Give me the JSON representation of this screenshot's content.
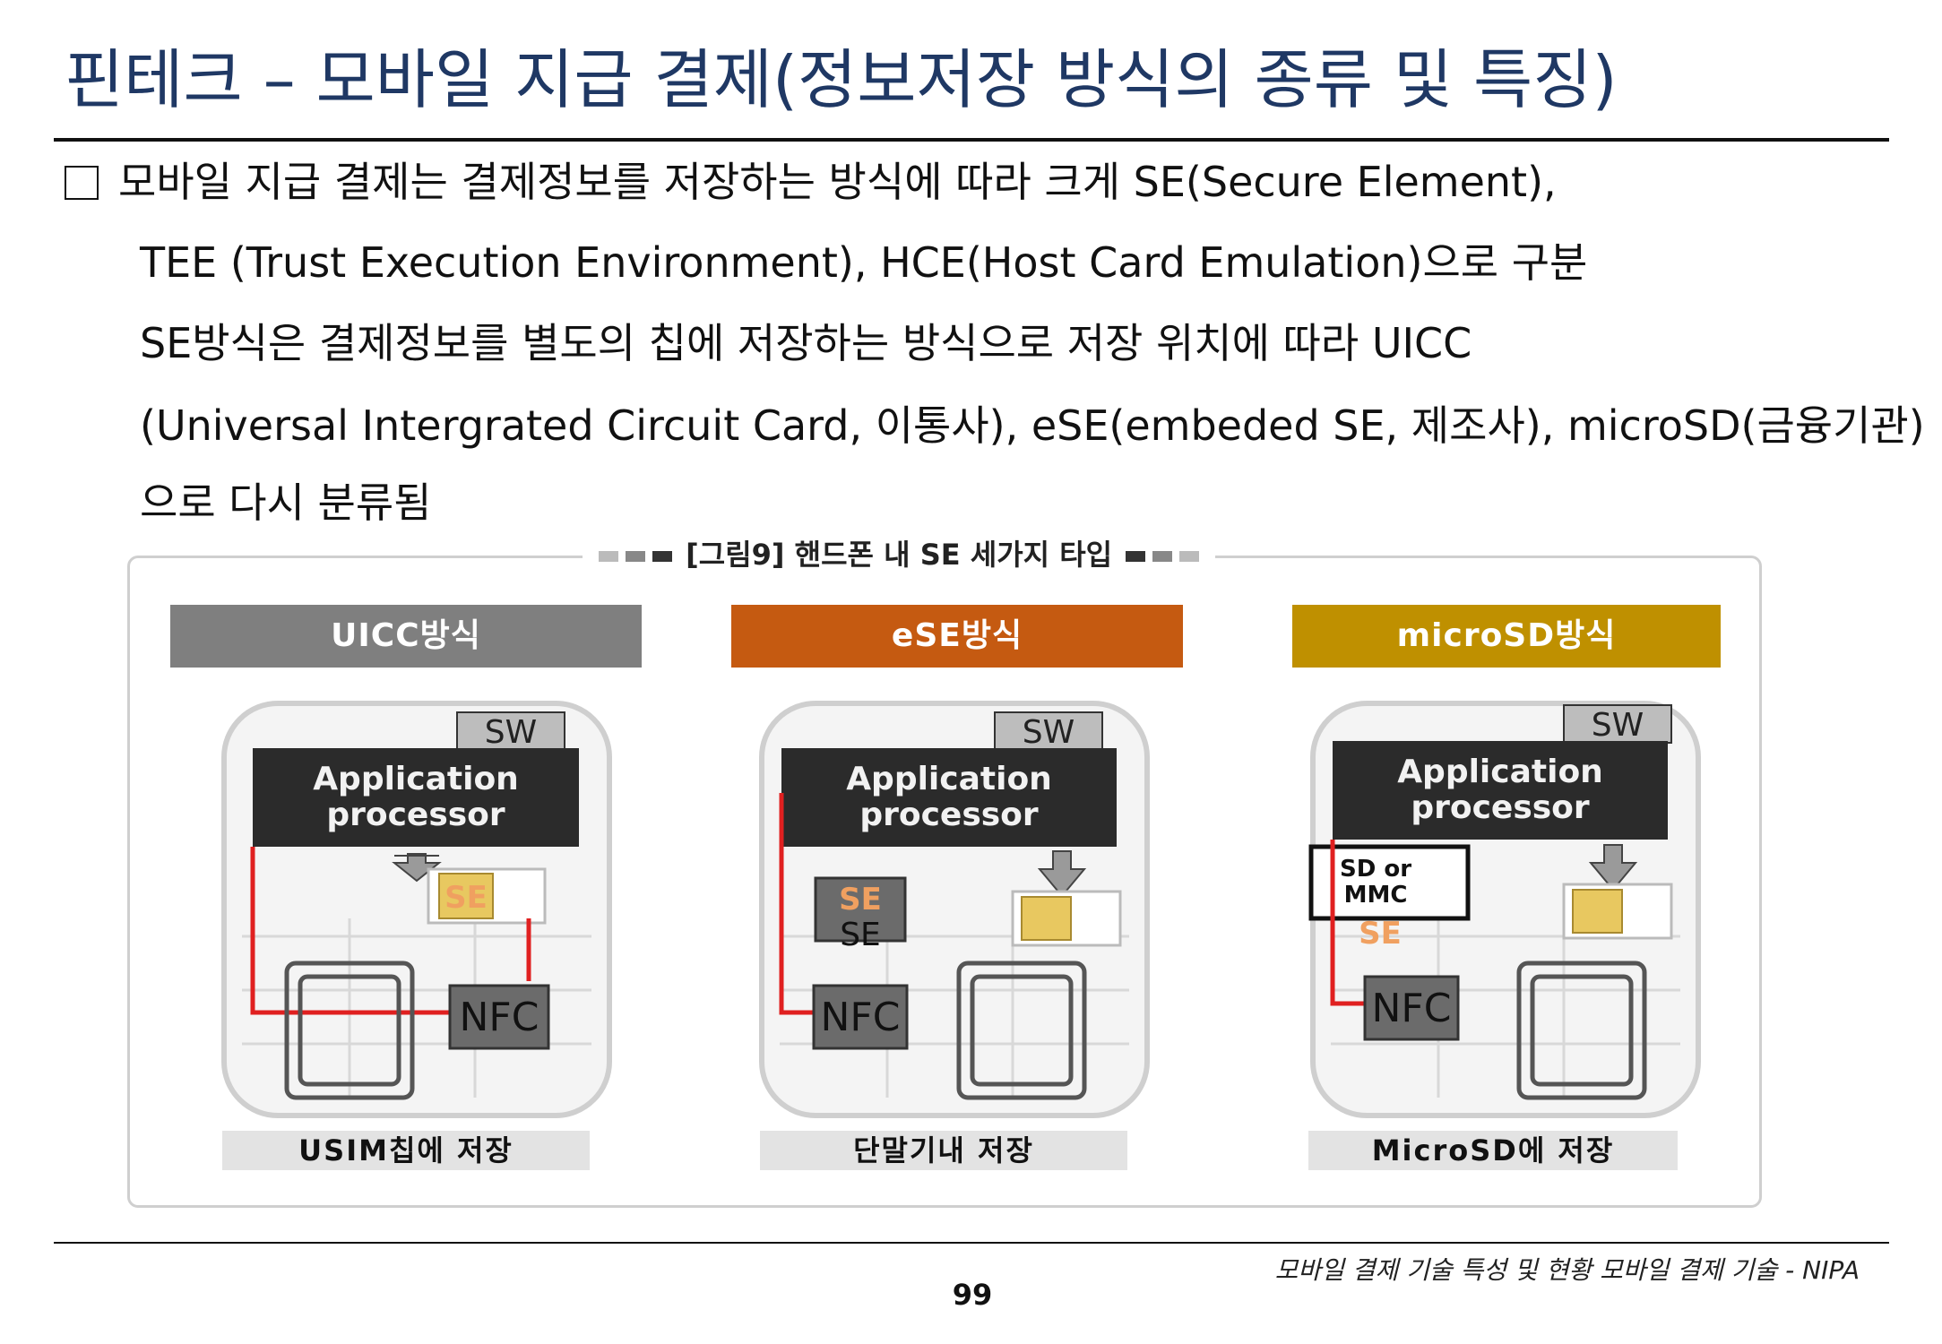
{
  "title": "핀테크 – 모바일 지급 결제(정보저장 방식의 종류 및 특징)",
  "body": {
    "line1": "모바일 지급 결제는 결제정보를 저장하는 방식에 따라 크게 SE(Secure Element),",
    "line2": "TEE (Trust Execution Environment), HCE(Host Card Emulation)으로 구분",
    "line3": "SE방식은 결제정보를 별도의 칩에 저장하는 방식으로 저장 위치에 따라 UICC",
    "line4": "(Universal Intergrated Circuit Card, 이통사), eSE(embeded SE, 제조사), microSD(금융기관)",
    "line5": "으로 다시 분류됨"
  },
  "figure": {
    "caption": "[그림9] 핸드폰 내 SE 세가지 타입",
    "panels": [
      {
        "title": "UICC방식",
        "color": "#7f7f7f",
        "sw": "SW",
        "ap_line1": "Application",
        "ap_line2": "processor",
        "se": "SE",
        "nfc": "NFC",
        "footer": "USIM칩에 저장"
      },
      {
        "title": "eSE방식",
        "color": "#c55a11",
        "sw": "SW",
        "ap_line1": "Application",
        "ap_line2": "processor",
        "se": "SE",
        "se2": "SE",
        "nfc": "NFC",
        "footer": "단말기내 저장"
      },
      {
        "title": "microSD방식",
        "color": "#bf9000",
        "sw": "SW",
        "ap_line1": "Application",
        "ap_line2": "processor",
        "sd_line1": "SD or",
        "sd_line2": "MMC",
        "se": "SE",
        "nfc": "NFC",
        "footer": "MicroSD에 저장"
      }
    ]
  },
  "source": "모바일 결제 기술 특성 및 현황 모바일 결제 기술 - NIPA",
  "page_number": "99",
  "colors": {
    "title": "#1f3864",
    "wire": "#e02020"
  }
}
